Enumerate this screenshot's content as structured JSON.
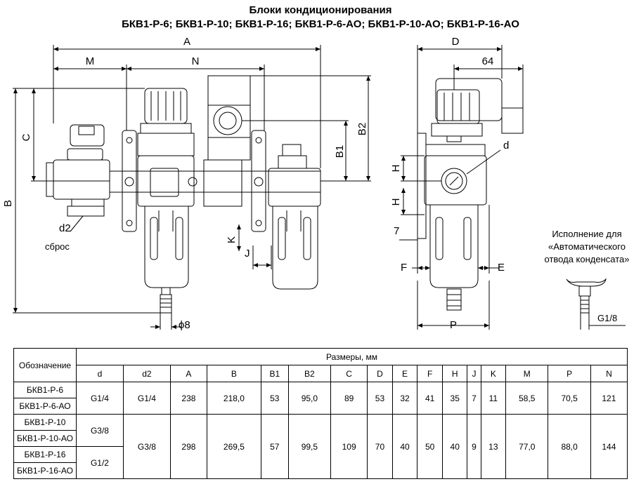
{
  "header": {
    "title": "Блоки кондиционирования",
    "subtitle": "БКВ1-Р-6; БКВ1-Р-10; БКВ1-Р-16; БКВ1-Р-6-АО; БКВ1-Р-10-АО; БКВ1-Р-16-АО"
  },
  "drawing": {
    "labels": {
      "A": "A",
      "M": "M",
      "N": "N",
      "C": "C",
      "B": "B",
      "B1": "B1",
      "B2": "B2",
      "d2": "d2",
      "reset": "сброс",
      "K": "K",
      "J": "J",
      "phi8": "ϕ8",
      "D": "D",
      "dim64": "64",
      "d": "d",
      "H1": "H",
      "H2": "H",
      "seven": "7",
      "F": "F",
      "E": "E",
      "P": "P",
      "thread": "G1/8"
    },
    "note": "Исполнение для «Автоматического отвода конденсата»"
  },
  "table": {
    "designation_header": "Обозначение",
    "sizes_header": "Размеры, мм",
    "columns": [
      "d",
      "d2",
      "A",
      "B",
      "B1",
      "B2",
      "C",
      "D",
      "E",
      "F",
      "H",
      "J",
      "K",
      "M",
      "P",
      "N"
    ],
    "models": [
      "БКВ1-Р-6",
      "БКВ1-Р-6-АО",
      "БКВ1-Р-10",
      "БКВ1-Р-10-АО",
      "БКВ1-Р-16",
      "БКВ1-Р-16-АО"
    ],
    "d_values": [
      "G1/4",
      "G3/8",
      "G1/2"
    ],
    "group1": [
      "G1/4",
      "238",
      "218,0",
      "53",
      "95,0",
      "89",
      "53",
      "32",
      "41",
      "35",
      "7",
      "11",
      "58,5",
      "70,5",
      "121"
    ],
    "group2": [
      "G3/8",
      "298",
      "269,5",
      "57",
      "99,5",
      "109",
      "70",
      "40",
      "50",
      "40",
      "9",
      "13",
      "77,0",
      "88,0",
      "144"
    ]
  }
}
